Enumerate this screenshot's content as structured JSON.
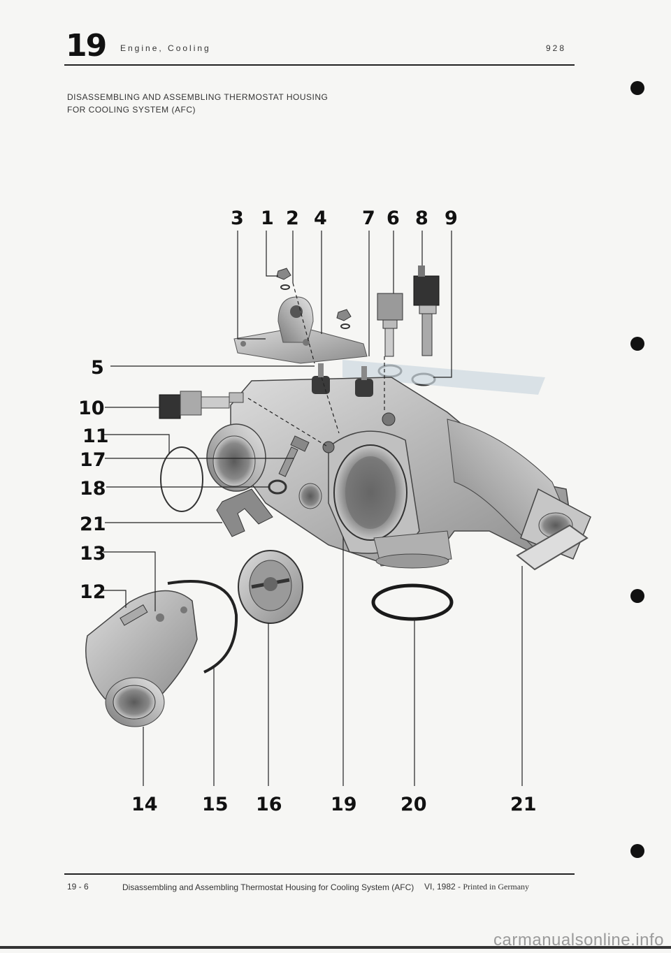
{
  "header": {
    "section_number": "19",
    "section_title": "Engine, Cooling",
    "model": "928"
  },
  "document": {
    "title_line1": "DISASSEMBLING AND ASSEMBLING THERMOSTAT HOUSING",
    "title_line2": "FOR COOLING SYSTEM (AFC)"
  },
  "diagram": {
    "callouts": {
      "c3": "3",
      "c1": "1",
      "c2": "2",
      "c4": "4",
      "c7": "7",
      "c6": "6",
      "c8": "8",
      "c9": "9",
      "c5": "5",
      "c10": "10",
      "c11": "11",
      "c17": "17",
      "c18": "18",
      "c21l": "21",
      "c13": "13",
      "c12": "12",
      "c14": "14",
      "c15": "15",
      "c16": "16",
      "c19": "19",
      "c20": "20",
      "c21b": "21"
    }
  },
  "footer": {
    "page": "19 - 6",
    "text": "Disassembling and Assembling Thermostat Housing for Cooling System (AFC)",
    "date": "VI, 1982  -",
    "printed": "Printed in Germany"
  },
  "watermark": "carmanualsonline.info"
}
